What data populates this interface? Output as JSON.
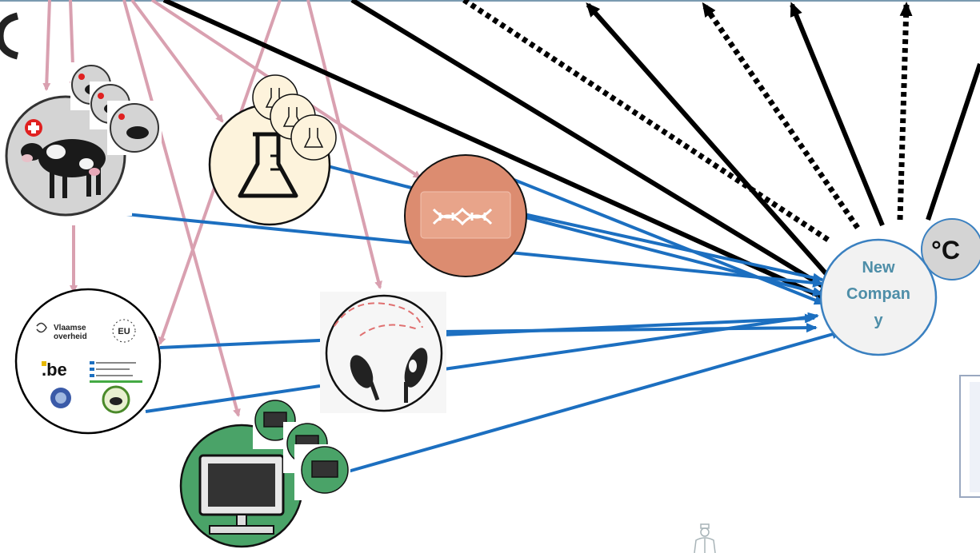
{
  "hub": {
    "label_lines": [
      "New",
      "Compan",
      "y"
    ],
    "badge": "°C"
  },
  "nodes": {
    "government": {
      "vlaamse_line1": "Vlaamse",
      "vlaamse_line2": "overheid",
      "eu": "EU",
      "be": ".be"
    }
  },
  "colors": {
    "pink_arrow": "#d9a0b0",
    "blue_arrow": "#1c6fc0",
    "black_arrow": "#000000",
    "hub_border": "#3a80c0",
    "hub_text": "#4e8ea8",
    "lab_fill": "#fdf3dc",
    "dna_fill": "#dc8c70",
    "screen_fill": "#4aa368"
  },
  "icons": [
    "cow-icon",
    "lab-flask-icon",
    "dna-icon",
    "farm-animals-icon",
    "computer-screen-icon",
    "government-logos-icon",
    "vet-figure-icon",
    "temperature-badge-icon"
  ]
}
